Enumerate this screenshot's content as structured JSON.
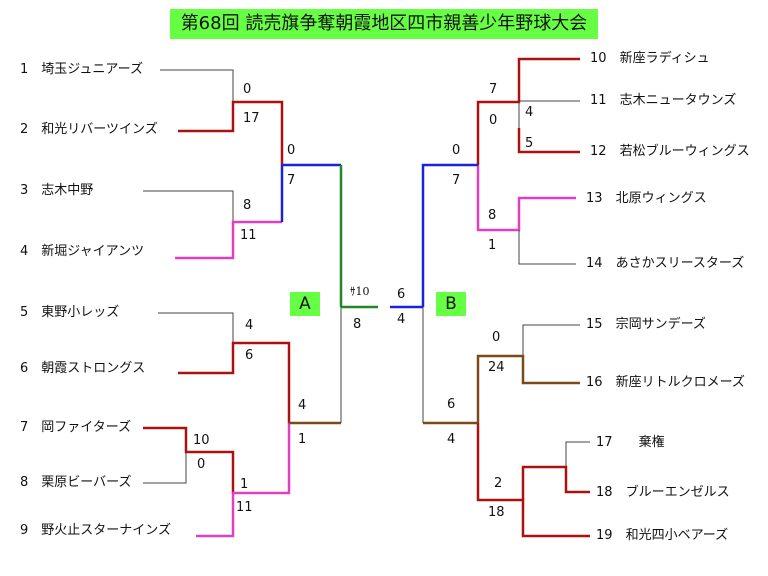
{
  "title": "第68回 読売旗争奪朝霞地区四市親善少年野球大会",
  "final_label": "ｻ10",
  "halves": {
    "a": "A",
    "b": "B"
  },
  "left_teams": [
    {
      "no": "1",
      "name": "埼玉ジュニアーズ"
    },
    {
      "no": "2",
      "name": "和光リバーツインズ"
    },
    {
      "no": "3",
      "name": "志木中野"
    },
    {
      "no": "4",
      "name": "新堀ジャイアンツ"
    },
    {
      "no": "5",
      "name": "東野小レッズ"
    },
    {
      "no": "6",
      "name": "朝霞ストロングス"
    },
    {
      "no": "7",
      "name": "岡ファイターズ"
    },
    {
      "no": "8",
      "name": "栗原ビーバーズ"
    },
    {
      "no": "9",
      "name": "野火止スターナインズ"
    }
  ],
  "right_teams": [
    {
      "no": "10",
      "name": "新座ラディシュ"
    },
    {
      "no": "11",
      "name": "志木ニュータウンズ"
    },
    {
      "no": "12",
      "name": "若松ブルーウィングス"
    },
    {
      "no": "13",
      "name": "北原ウィングス"
    },
    {
      "no": "14",
      "name": "あさかスリースターズ"
    },
    {
      "no": "15",
      "name": "宗岡サンデーズ"
    },
    {
      "no": "16",
      "name": "新座リトルクロメーズ"
    },
    {
      "no": "17",
      "name": "棄権"
    },
    {
      "no": "18",
      "name": "ブルーエンゼルス"
    },
    {
      "no": "19",
      "name": "和光四小ベアーズ"
    }
  ],
  "scores": {
    "l_r1_1_2": [
      "0",
      "17"
    ],
    "l_r2_12_34": [
      "0",
      "7"
    ],
    "l_r1_3_4": [
      "8",
      "11"
    ],
    "l_r1_5_6": [
      "4",
      "6"
    ],
    "l_r1_7_8": [
      "10",
      "0"
    ],
    "l_r2_78_9": [
      "1",
      "11"
    ],
    "l_r3_56_789": [
      "4",
      "1"
    ],
    "final": [
      "6",
      "8",
      "4"
    ],
    "r_r2_10_1112": [
      "7",
      "0"
    ],
    "r_r1_11_12": [
      "4",
      "5"
    ],
    "r_r3_top": [
      "0",
      "7"
    ],
    "r_r1_13_14": [
      "8",
      "1"
    ],
    "r_r1_15_16": [
      "0",
      "24"
    ],
    "r_r3_bottom": [
      "6",
      "4"
    ],
    "r_r1_18_19": [
      "2",
      "18"
    ]
  },
  "colors": {
    "title_bg": "#66ff44",
    "loss_line": "#444444",
    "win_red": "#aa1111",
    "win_pink": "#e040c0",
    "win_blue": "#1a22dd",
    "win_brown": "#7a4a1a",
    "win_green": "#228822"
  }
}
